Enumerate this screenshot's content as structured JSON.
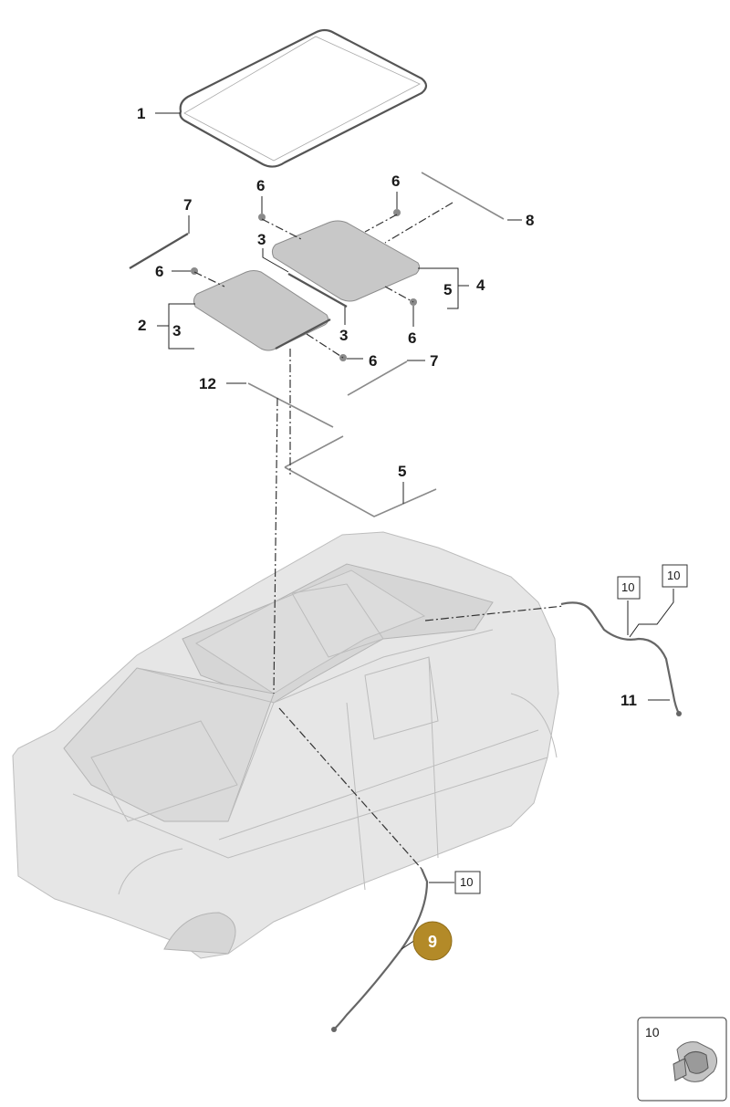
{
  "callouts": {
    "c1": "1",
    "c2": "2",
    "c3a": "3",
    "c3b": "3",
    "c3c": "3",
    "c4": "4",
    "c5a": "5",
    "c5b": "5",
    "c6a": "6",
    "c6b": "6",
    "c6c": "6",
    "c6d": "6",
    "c6e": "6",
    "c7a": "7",
    "c7b": "7",
    "c8": "8",
    "c11": "11",
    "c12": "12"
  },
  "boxed": {
    "b10a": "10",
    "b10b": "10",
    "b10c": "10",
    "legend": "10"
  },
  "highlighted_part": "9",
  "colors": {
    "highlight": "#b38a28",
    "panel": "#c8c8c8",
    "body": "#e6e6e6"
  }
}
